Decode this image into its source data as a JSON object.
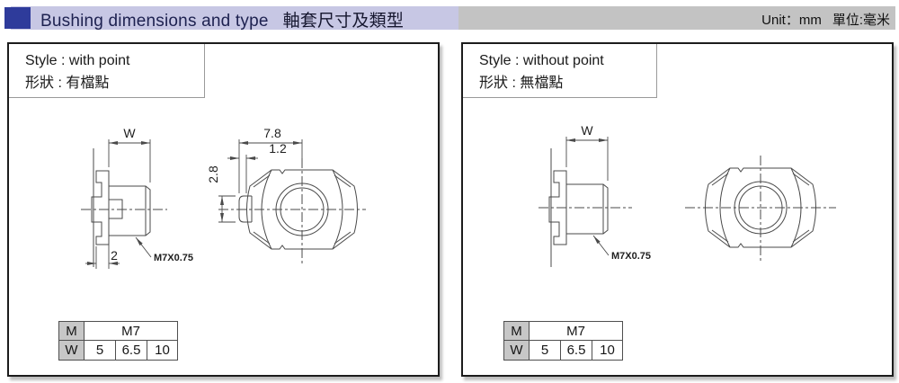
{
  "header": {
    "title_en": "Bushing dimensions and type",
    "title_zh": "軸套尺寸及類型",
    "unit_en": "Unit：mm",
    "unit_zh": "單位:毫米",
    "accent_color": "#2e3b9b",
    "band_color": "#c7c7e4",
    "band_gray_color": "#c3c3c3"
  },
  "panels": [
    {
      "style_en": "Style : with point",
      "style_zh": "形狀 : 有檔點",
      "dims": {
        "w": "W",
        "point_offset": "7.8",
        "point_depth": "1.2",
        "point_height": "2.8",
        "flange_thickness": "2",
        "thread": "M7X0.75"
      },
      "table": {
        "m_label": "M",
        "m_value": "M7",
        "w_label": "W",
        "w_values": [
          "5",
          "6.5",
          "10"
        ]
      }
    },
    {
      "style_en": "Style : without point",
      "style_zh": "形狀 : 無檔點",
      "dims": {
        "w": "W",
        "thread": "M7X0.75"
      },
      "table": {
        "m_label": "M",
        "m_value": "M7",
        "w_label": "W",
        "w_values": [
          "5",
          "6.5",
          "10"
        ]
      }
    }
  ]
}
